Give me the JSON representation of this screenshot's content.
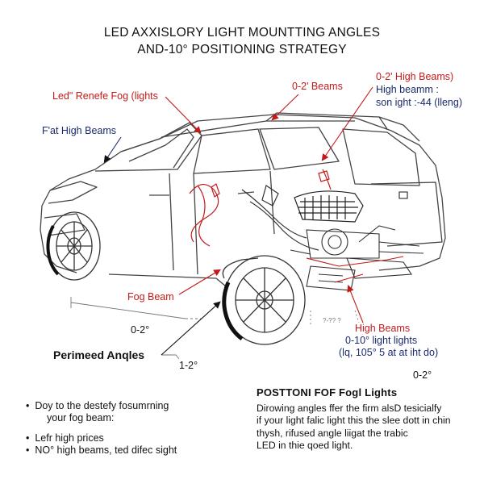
{
  "title": {
    "line1": "LED AXXISLORY LIGHT MOUNTTING ANGLES",
    "line2": "AND-10° POSITIONING STRATEGY"
  },
  "labels": {
    "fog_lights": "Led\" Renefe Fog (lights",
    "beams_0_2": "0-2' Beams",
    "high_beams_top_1": "0-2' High Beams)",
    "high_beams_top_2": "High beamm :",
    "high_beams_top_3": "son ight :-44 (lleng)",
    "flat_high_beams": "F'at High Beams",
    "fog_beam": "Fog Beam",
    "angle_0_2": "0-2°",
    "perimeed_angles": "Perimeed Anqles",
    "angle_1_2": "1-2°",
    "small_code": "?-?? ?",
    "high_beams_right": "High Beams",
    "light_0_10": "0-10° light lights",
    "light_105": "(lq, 105° 5 at at iht do)",
    "angle_0_2_right": "0-2°"
  },
  "tips": [
    "Doy to the destefy fosumrning",
    "your fog beam:",
    "Lefr high prices",
    "NO° high beams, ted difec sight"
  ],
  "panel": {
    "title": "POSTTONI FOF Fogl Lights",
    "lines": [
      "Dirowing angles ffer the firm alsD tesicialfy",
      "if your light falic light this the slee dott in chin",
      "thysh, rifused angle liigat the trabic",
      "LED in thie qoed light."
    ]
  },
  "colors": {
    "accent_red": "#c41a1a",
    "accent_navy": "#1a2a6e",
    "line_gray": "#555555"
  }
}
